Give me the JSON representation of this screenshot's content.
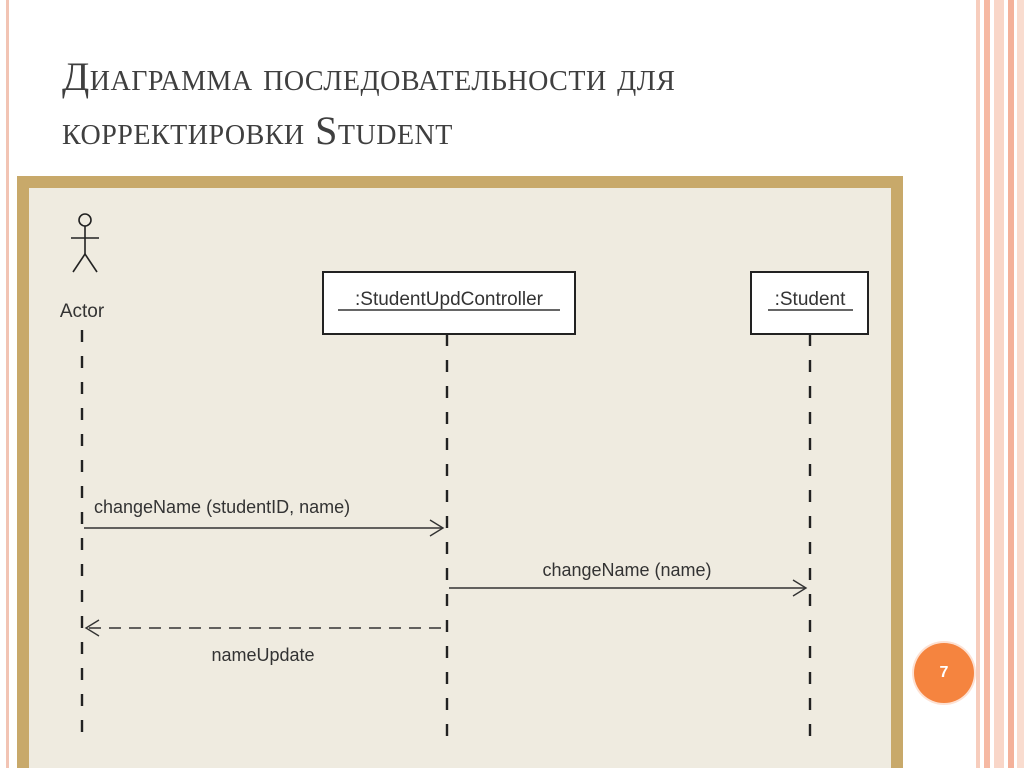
{
  "slide": {
    "title": "Диаграмма последовательности для корректировки Student",
    "page_number": "7"
  },
  "diagram": {
    "actor": {
      "label": "Actor"
    },
    "objects": [
      {
        "label": ":StudentUpdController"
      },
      {
        "label": ":Student"
      }
    ],
    "messages": [
      {
        "label": "changeName (studentID, name)",
        "from": "Actor",
        "to": ":StudentUpdController",
        "kind": "call"
      },
      {
        "label": "changeName (name)",
        "from": ":StudentUpdController",
        "to": ":Student",
        "kind": "call"
      },
      {
        "label": "nameUpdate",
        "from": ":StudentUpdController",
        "to": "Actor",
        "kind": "return"
      }
    ]
  },
  "colors": {
    "accent": "#f5843f",
    "frame": "#c8a96a",
    "canvas": "#efebe0",
    "title": "#3f3f3f"
  }
}
